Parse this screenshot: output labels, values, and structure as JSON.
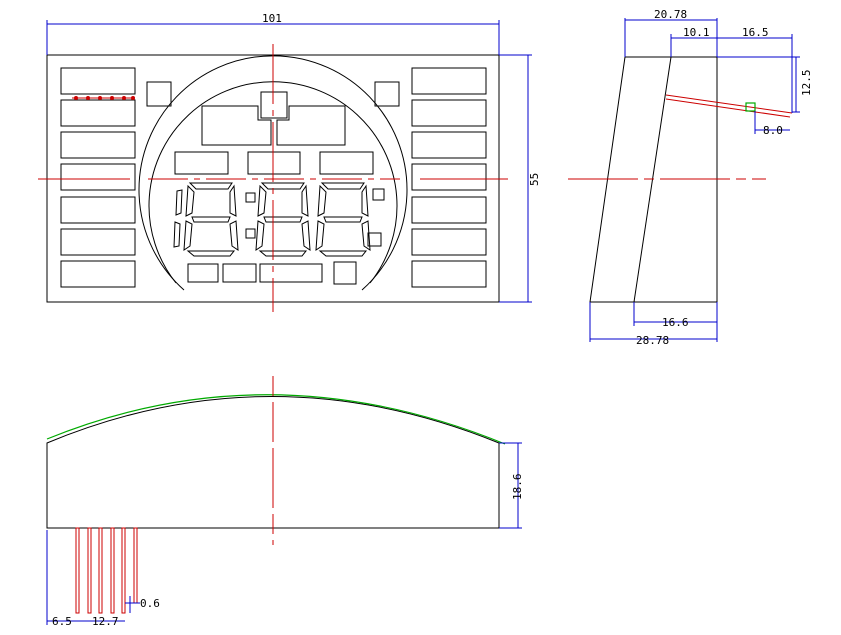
{
  "front_view": {
    "width_label": "101",
    "height_label": "55"
  },
  "side_view": {
    "top_width_label": "20.78",
    "inner_offset_label": "10.1",
    "pin_offset_label": "16.5",
    "pin_height_label": "12.5",
    "pin_length_label": "8.0",
    "bottom_inner_label": "16.6",
    "bottom_width_label": "28.78"
  },
  "bottom_view": {
    "height_label": "18.6",
    "pin_start_label": "6.5",
    "pin_span_label": "12.7",
    "pin_width_label": "0.6"
  },
  "colors": {
    "outline": "#000000",
    "dimension": "#0000cc",
    "centerline": "#cc0000",
    "curve": "#00aa00"
  }
}
